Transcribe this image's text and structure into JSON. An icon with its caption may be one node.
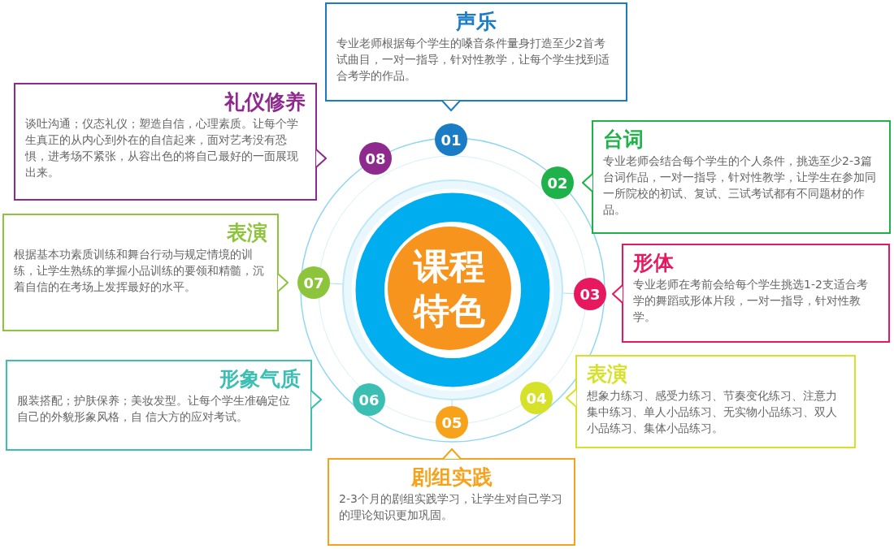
{
  "diagram": {
    "nodes": [
      {
        "text": [
          "课程特色"
        ]
      },
      {
        "text": [
          "声乐",
          "专业老师根据每个学生的嗓音条件量身打造至少2首考试曲目，一对一指导，针对性教学，让每个学生找到适合考学的作品。"
        ]
      },
      {
        "text": [
          "台词",
          "专业老师会结合每个学生的个人条件，挑选至少2-3篇台词作品，一对一指导，针对性教学，让学生在参加同一所院校的初试、复试、三试考试都有不同题材的作品。"
        ]
      },
      {
        "text": [
          "形体",
          "专业老师在考前会给每个学生挑选1-2支适合考学的舞蹈或形体片段，一对一指导，针对性教学。"
        ]
      },
      {
        "text": [
          "表演",
          "想象力练习、感受力练习、节奏变化练习、注意力集中练习、单人小品练习、无实物小品练习、双人小品练习、集体小品练习。"
        ]
      },
      {
        "text": [
          "剧组实践",
          "2-3个月的剧组实践学习，让学生对自己学习的理论知识更加巩固。"
        ]
      },
      {
        "text": [
          "形象气质",
          "服装搭配；护肤保养；美妆发型。让每个学生准确定位自己的外貌形象风格，自 信大方的应对考试。"
        ]
      },
      {
        "text": [
          "表演",
          "根据基本功素质训练和舞台行动与规定情境的训练，让学生熟练的掌握小品训练的要领和精髓，沉着自信的在考场上发挥最好的水平。"
        ]
      },
      {
        "text": [
          "礼仪修养",
          "谈吐沟通；仪态礼仪；塑造自信，心理素质。让每个学生真正的从内心到外在的自信起来，面对艺考没有恐惧，进考场不紧张，从容出色的将自己最好的一面展现出来。"
        ]
      },
      {
        "text": [
          "01"
        ]
      },
      {
        "text": [
          "02"
        ]
      },
      {
        "text": [
          "03"
        ]
      },
      {
        "text": [
          "04"
        ]
      },
      {
        "text": [
          "05"
        ]
      },
      {
        "text": [
          "06"
        ]
      },
      {
        "text": [
          "07"
        ]
      },
      {
        "text": [
          "08"
        ]
      }
    ]
  }
}
